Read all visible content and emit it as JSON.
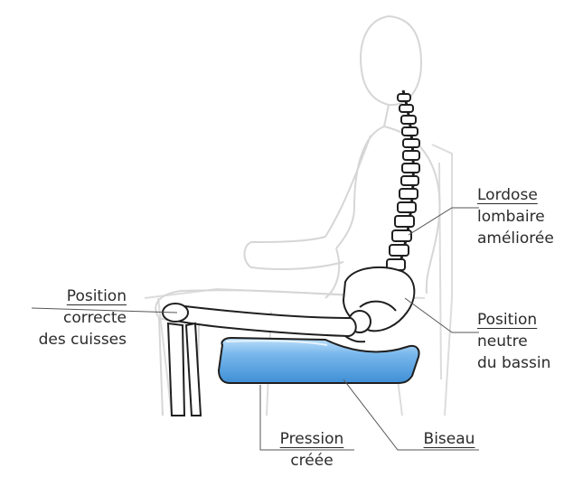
{
  "labels": {
    "lordose": {
      "lines": [
        "Lordose",
        "lombaire",
        "améliorée"
      ]
    },
    "position_cuisses": {
      "lines": [
        "Position",
        "correcte",
        "des cuisses"
      ]
    },
    "position_bassin": {
      "lines": [
        "Position",
        "neutre",
        "du bassin"
      ]
    },
    "pression": {
      "lines": [
        "Pression",
        "créée"
      ]
    },
    "biseau": {
      "lines": [
        "Biseau"
      ]
    }
  },
  "colors": {
    "outline": "#d9d9d9",
    "bone": "#1f1f1f",
    "cushion_fill": "#3f8fd6",
    "cushion_light": "#9dcbf2",
    "leader": "#555555",
    "text": "#2b2b2b"
  }
}
